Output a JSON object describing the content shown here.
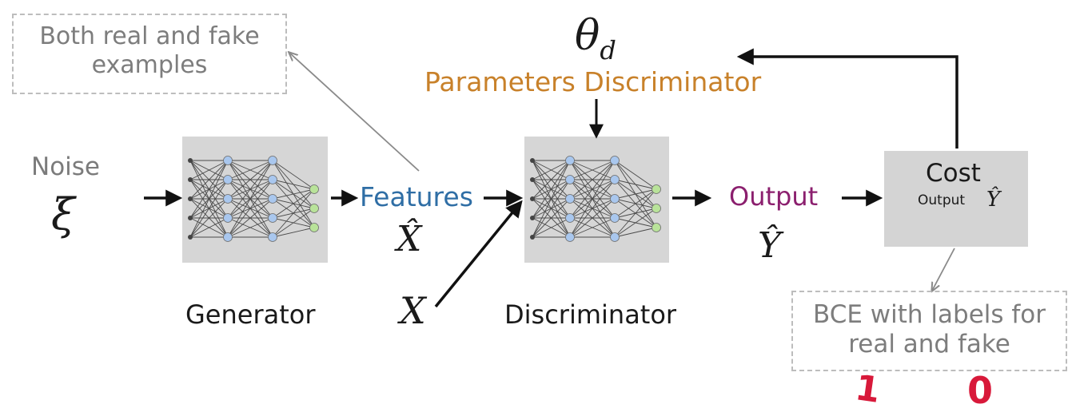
{
  "colors": {
    "arrow": "#111111",
    "thin_arrow": "#8a8a8a",
    "gray_text": "#7b7b7b",
    "features": "#2f6ea5",
    "parameters": "#c8812a",
    "output": "#8b1f6e",
    "handwriting": "#d8193a",
    "net_box": "#d6d6d6",
    "node_blue": "#a9c7ee",
    "node_green": "#b9e39a"
  },
  "diagram": {
    "noise_label": "Noise",
    "noise_symbol": "ξ",
    "features_label": "Features",
    "features_symbol": "X̂",
    "real_symbol": "X",
    "generator_label": "Generator",
    "discriminator_label": "Discriminator",
    "theta_symbol": "θ",
    "theta_subscript": "d",
    "parameters_label": "Parameters Discriminator",
    "output_label": "Output",
    "output_symbol": "Ŷ",
    "cost_title": "Cost",
    "cost_output_label": "Output",
    "cost_output_symbol": "Ŷ",
    "note_examples": [
      "Both real and fake",
      "examples"
    ],
    "note_bce": [
      "BCE with labels for",
      "real and fake"
    ],
    "handwritten_labels": [
      "1",
      "0"
    ]
  }
}
